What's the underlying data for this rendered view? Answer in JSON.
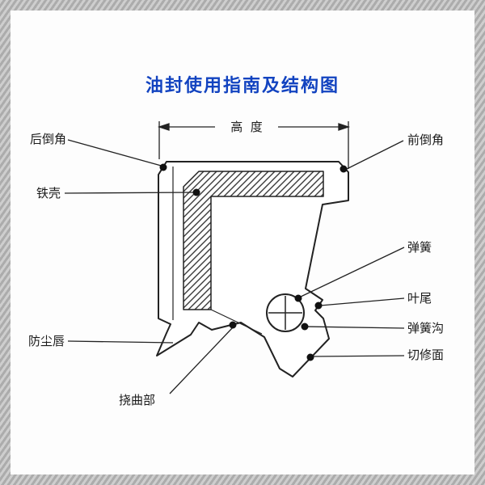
{
  "title": "油封使用指南及结构图",
  "dimension": {
    "label": "高  度"
  },
  "labels": {
    "rear_chamfer": "后倒角",
    "iron_shell": "铁壳",
    "dust_lip": "防尘唇",
    "flex_part": "挠曲部",
    "front_chamfer": "前倒角",
    "spring": "弹簧",
    "blade_tail": "叶尾",
    "spring_groove": "弹簧沟",
    "trimmed_face": "切修面"
  },
  "colors": {
    "title_blue": "#1243c0",
    "line_black": "#222222",
    "frame_gray": "#b9b9b9",
    "background": "#fdfdfd"
  }
}
